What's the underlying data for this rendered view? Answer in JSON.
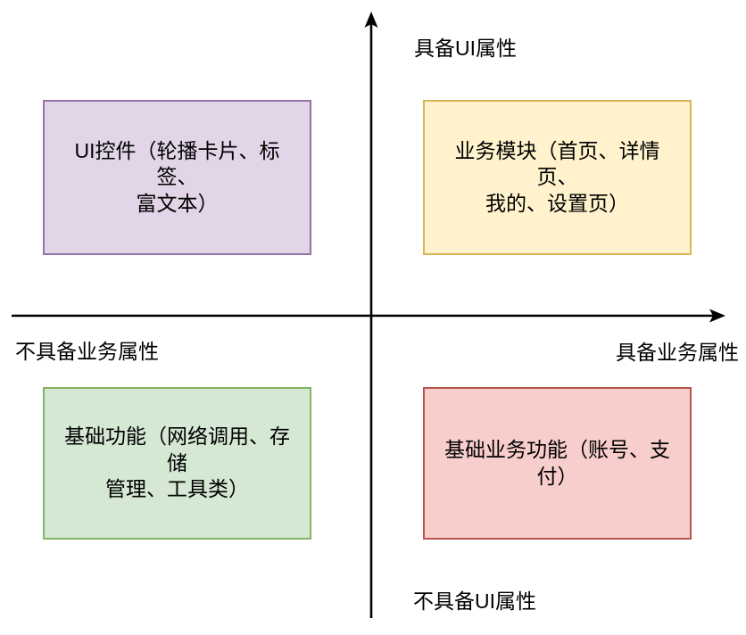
{
  "diagram": {
    "type": "quadrant-chart",
    "axes": {
      "color": "#000000",
      "vertical_top_label": "具备UI属性",
      "vertical_bottom_label": "不具备UI属性",
      "horizontal_left_label": "不具备业务属性",
      "horizontal_right_label": "具备业务属性"
    },
    "quadrants": [
      {
        "position": "top-left",
        "label": "UI控件（轮播卡片、标签、富文本）",
        "label_lines": [
          "UI控件（轮播卡片、标签、",
          "富文本）"
        ],
        "fill": "#E1D5E7",
        "border": "#9673A6"
      },
      {
        "position": "top-right",
        "label": "业务模块（首页、详情页、我的、设置页）",
        "label_lines": [
          "业务模块（首页、详情页、",
          "我的、设置页）"
        ],
        "fill": "#FFF2CC",
        "border": "#D6B656"
      },
      {
        "position": "bottom-left",
        "label": "基础功能（网络调用、存储管理、工具类）",
        "label_lines": [
          "基础功能（网络调用、存储",
          "管理、工具类）"
        ],
        "fill": "#D5E8D4",
        "border": "#82B366"
      },
      {
        "position": "bottom-right",
        "label": "基础业务功能（账号、支付）",
        "label_lines": [
          "基础业务功能（账号、支",
          "付）"
        ],
        "fill": "#F8CECC",
        "border": "#B85450"
      }
    ]
  }
}
